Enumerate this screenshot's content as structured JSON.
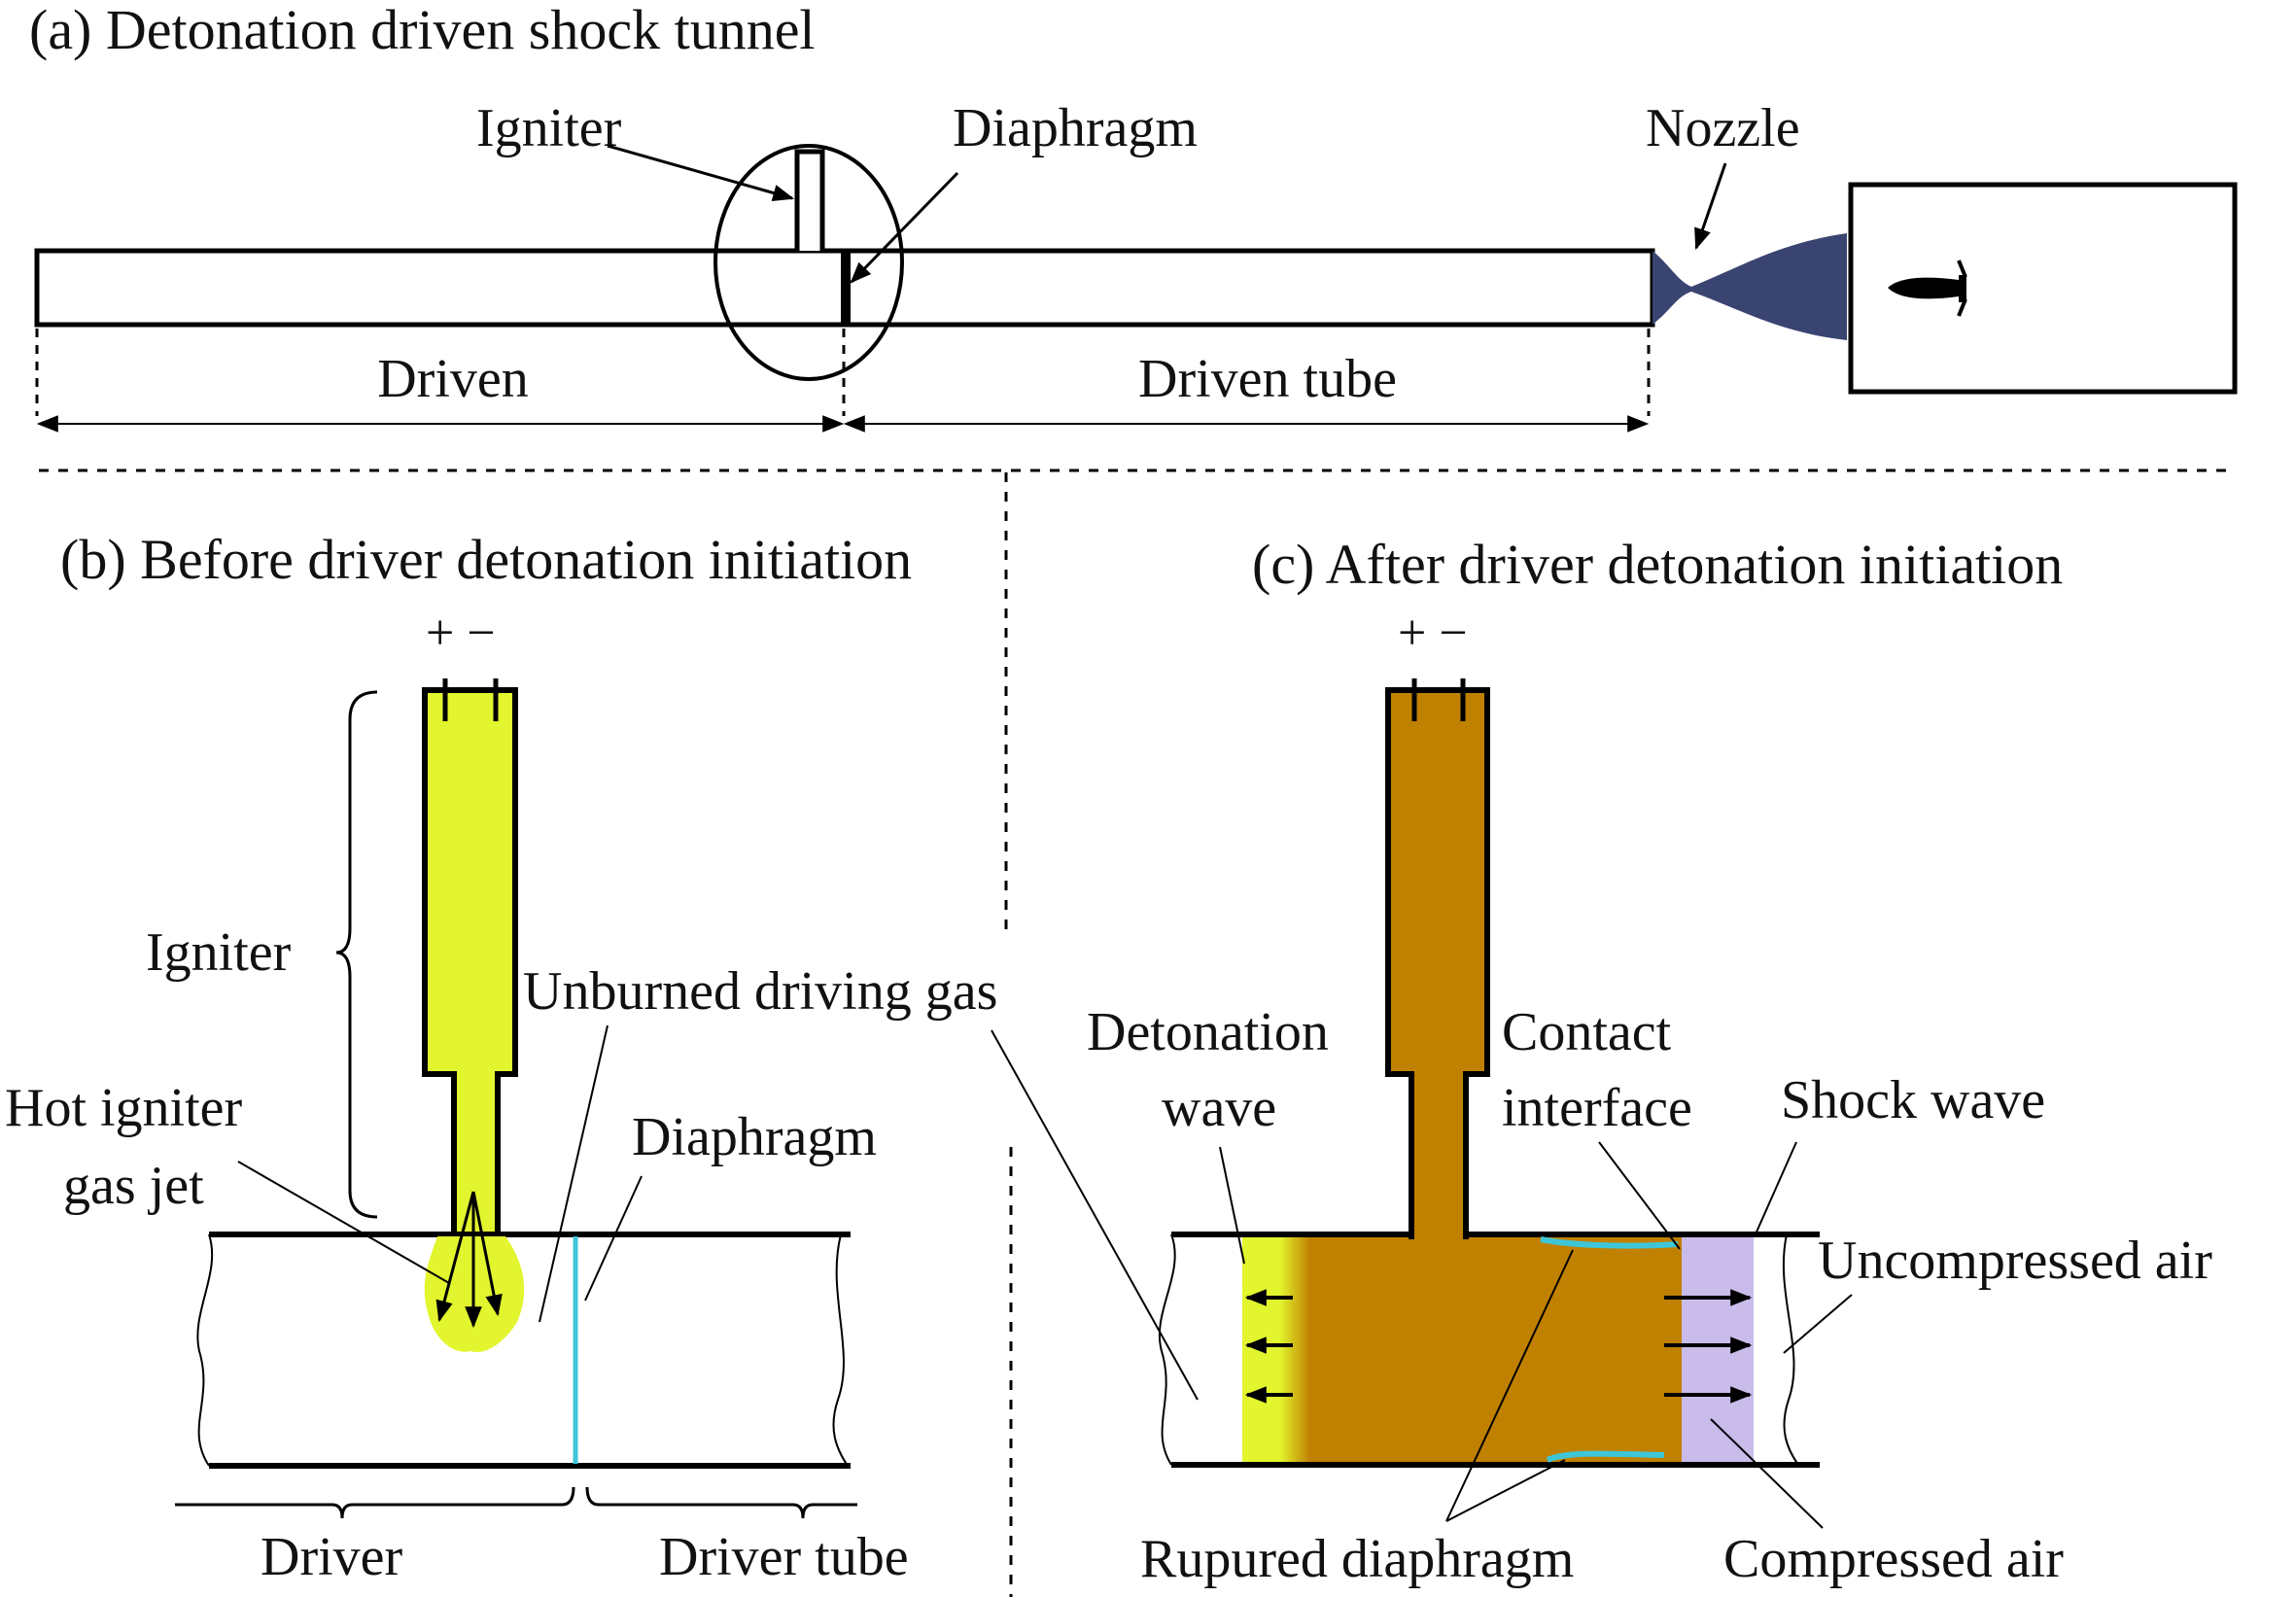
{
  "panel_a": {
    "title": "(a) Detonation driven shock tunnel",
    "igniter": "Igniter",
    "diaphragm": "Diaphragm",
    "nozzle": "Nozzle",
    "driven": "Driven",
    "driven_tube": "Driven tube"
  },
  "panel_b": {
    "title": "(b) Before driver detonation initiation",
    "polarity": "+ −",
    "igniter": "Igniter",
    "unburned": "Unburned driving gas",
    "hot_jet_1": "Hot igniter",
    "hot_jet_2": "gas jet",
    "diaphragm": "Diaphragm",
    "driver": "Driver",
    "driver_tube": "Driver tube"
  },
  "panel_c": {
    "title": "(c) After driver detonation initiation",
    "polarity": "+ −",
    "detonation_1": "Detonation",
    "detonation_2": "wave",
    "contact_1": "Contact",
    "contact_2": "interface",
    "shock_wave": "Shock wave",
    "uncompressed": "Uncompressed air",
    "ruptured": "Rupured diaphragm",
    "compressed": "Compressed air"
  },
  "colors": {
    "unburned_gas": "#e2f52e",
    "burned_gas": "#c08000",
    "compressed_air": "#c9bcea",
    "diaphragm_line": "#3ec6d8",
    "nozzle_flow": "#3a4470",
    "outline": "#000000"
  }
}
